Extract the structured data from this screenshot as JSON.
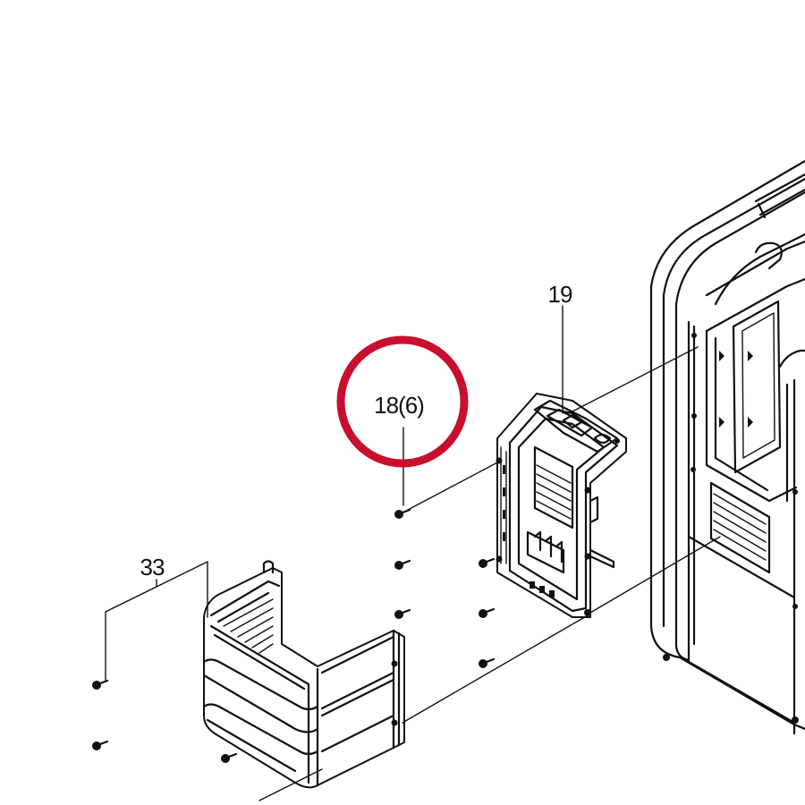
{
  "callouts": {
    "part_18": "18(6)",
    "part_19": "19",
    "part_33": "33"
  },
  "highlight": {
    "target": "18(6)",
    "color": "#c8102e"
  }
}
